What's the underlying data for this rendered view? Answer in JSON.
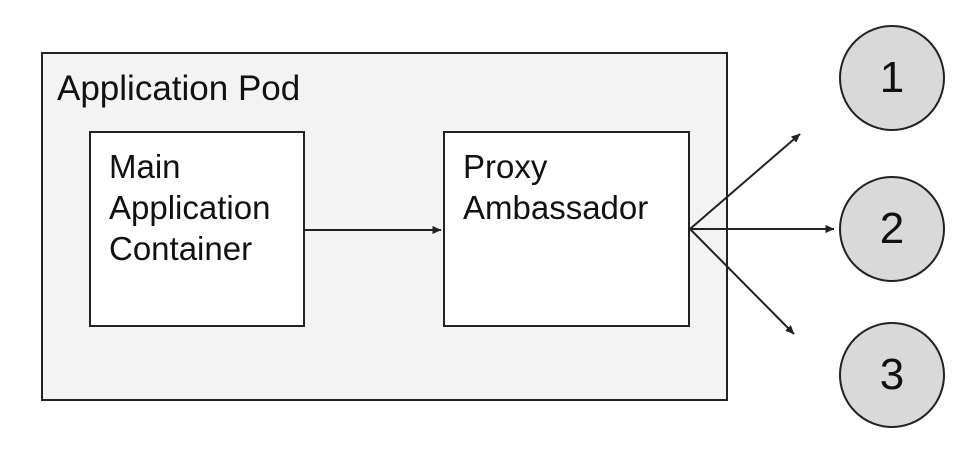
{
  "diagram": {
    "pod": {
      "label": "Application Pod"
    },
    "containers": [
      {
        "id": "main",
        "label": "Main Application Container"
      },
      {
        "id": "proxy",
        "label": "Proxy Ambassador"
      }
    ],
    "endpoints": [
      {
        "id": "endpoint-1",
        "label": "1"
      },
      {
        "id": "endpoint-2",
        "label": "2"
      },
      {
        "id": "endpoint-3",
        "label": "3"
      }
    ],
    "connections": [
      {
        "from": "main",
        "to": "proxy"
      },
      {
        "from": "proxy",
        "to": "endpoint-1"
      },
      {
        "from": "proxy",
        "to": "endpoint-2"
      },
      {
        "from": "proxy",
        "to": "endpoint-3"
      }
    ],
    "colors": {
      "pod_fill": "#f3f3f3",
      "container_fill": "#ffffff",
      "endpoint_fill": "#d9d9d9",
      "stroke": "#222222",
      "text": "#111111"
    }
  }
}
